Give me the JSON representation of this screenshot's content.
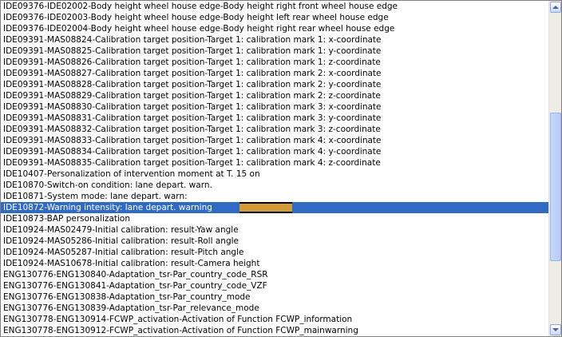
{
  "list": {
    "selected_index": 18,
    "items": [
      "IDE09376-IDE02002-Body height wheel house edge-Body height right front wheel house edge",
      "IDE09376-IDE02003-Body height wheel house edge-Body height left rear wheel house edge",
      "IDE09376-IDE02004-Body height wheel house edge-Body height right rear wheel house edge",
      "IDE09391-MAS08824-Calibration target position-Target 1: calibration mark 1: x-coordinate",
      "IDE09391-MAS08825-Calibration target position-Target 1: calibration mark 1: y-coordinate",
      "IDE09391-MAS08826-Calibration target position-Target 1: calibration mark 1: z-coordinate",
      "IDE09391-MAS08827-Calibration target position-Target 1: calibration mark 2: x-coordinate",
      "IDE09391-MAS08828-Calibration target position-Target 1: calibration mark 2: y-coordinate",
      "IDE09391-MAS08829-Calibration target position-Target 1: calibration mark 2: z-coordinate",
      "IDE09391-MAS08830-Calibration target position-Target 1: calibration mark 3: x-coordinate",
      "IDE09391-MAS08831-Calibration target position-Target 1: calibration mark 3: y-coordinate",
      "IDE09391-MAS08832-Calibration target position-Target 1: calibration mark 3: z-coordinate",
      "IDE09391-MAS08833-Calibration target position-Target 1: calibration mark 4: x-coordinate",
      "IDE09391-MAS08834-Calibration target position-Target 1: calibration mark 4: y-coordinate",
      "IDE09391-MAS08835-Calibration target position-Target 1: calibration mark 4: z-coordinate",
      "IDE10407-Personalization of intervention moment at T. 15 on",
      "IDE10870-Switch-on condition: lane depart. warn.",
      "IDE10871-System mode: lane depart. warn:",
      "IDE10872-Warning intensity: lane depart. warning",
      "IDE10873-BAP personalization",
      "IDE10924-MAS02479-Initial calibration: result-Yaw angle",
      "IDE10924-MAS05286-Initial calibration: result-Roll angle",
      "IDE10924-MAS05287-Initial calibration: result-Pitch angle",
      "IDE10924-MAS10678-Initial calibration: result-Camera height",
      "ENG130776-ENG130840-Adaptation_tsr-Par_country_code_RSR",
      "ENG130776-ENG130841-Adaptation_tsr-Par_country_code_VZF",
      "ENG130776-ENG130838-Adaptation_tsr-Par_country_mode",
      "ENG130776-ENG130839-Adaptation_tsr-Par_relevance_mode",
      "ENG130778-ENG130914-FCWP_activation-Activation of Function FCWP_information",
      "ENG130778-ENG130912-FCWP_activation-Activation of Function FCWP_mainwarning"
    ]
  },
  "colors": {
    "selection": "#316ac5",
    "highlight_block": "#d49a36"
  },
  "scrollbar": {
    "up_icon": "arrow-up",
    "down_icon": "arrow-down"
  }
}
